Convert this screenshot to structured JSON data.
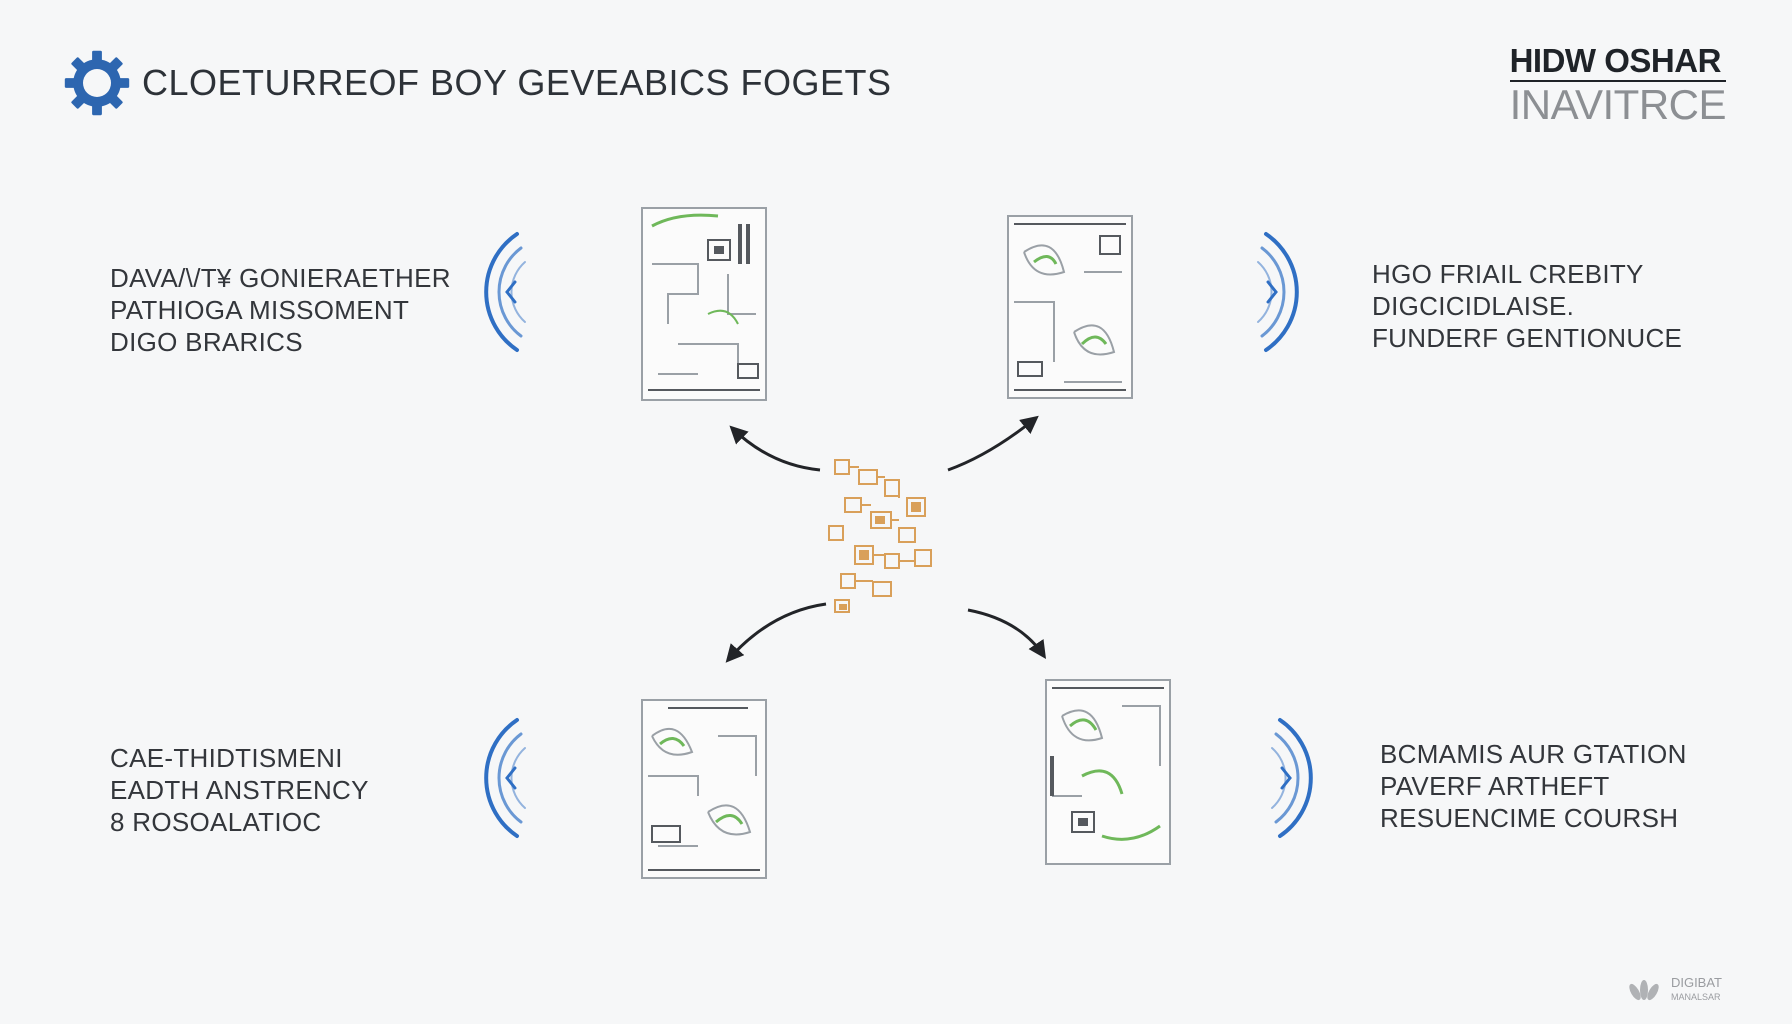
{
  "header": {
    "title": "CLOETURREOF BOY GEVEABICS FOGETS",
    "gear_icon": "gear-icon",
    "accent": "#2d66b0"
  },
  "brand": {
    "line1": "HIDW OSHAR",
    "line2": "INAVITRCE"
  },
  "blocks": {
    "top_left": [
      "DAVA/\\/T¥ GONIERAETHER",
      "PATHIOGA MISSOMENT",
      "DIGO BRARICS"
    ],
    "top_right": [
      "HGO FRIAIL CREBITY",
      "DIGCICIDLAISE.",
      "FUNDERF GENTIONUCE"
    ],
    "bottom_left": [
      "CAE-THIDTISMENI",
      "EADTH ANSTRENCY",
      "8 ROSOALATIOC"
    ],
    "bottom_right": [
      "BCMAMIS AUR GTATION",
      "PAVERF ARTHEFT",
      "RESUENCIME COURSH"
    ]
  },
  "footer": {
    "line1": "DIGIBAT",
    "line2": "MANALSAR"
  },
  "colors": {
    "wave": "#2f6fc4",
    "hub": "#d9a05a",
    "doc_line": "#9aa0a6",
    "doc_green": "#6fb85a",
    "arrow": "#222428"
  }
}
